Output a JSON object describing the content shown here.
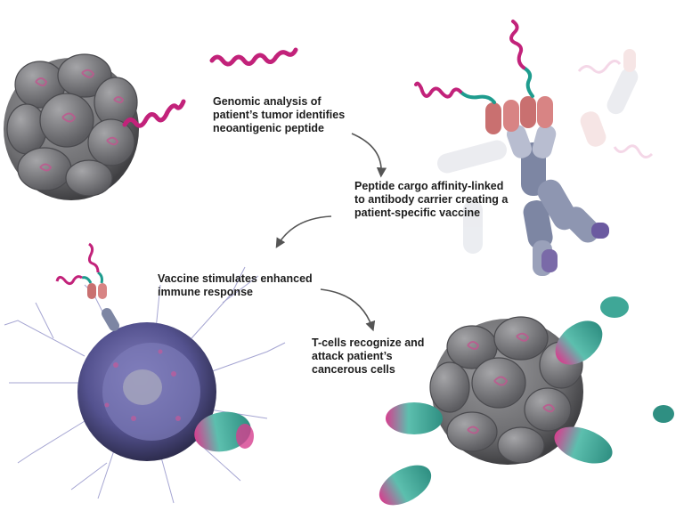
{
  "steps": [
    {
      "lines": [
        "Genomic analysis of",
        "patient’s tumor identifies",
        "neoantigenic peptide"
      ]
    },
    {
      "lines": [
        "Peptide cargo affinity-linked",
        "to antibody carrier creating a",
        "patient-specific vaccine"
      ]
    },
    {
      "lines": [
        "Vaccine stimulates enhanced",
        "immune response"
      ]
    },
    {
      "lines": [
        "T-cells recognize and",
        "attack patient’s",
        "cancerous cells"
      ]
    }
  ],
  "colors": {
    "tumor": "#6d6d70",
    "tumor_dark": "#3f3f42",
    "peptide": "#c2227a",
    "linker": "#1e9c8e",
    "antibody": "#7d86a3",
    "antibody_light": "#c7cad6",
    "cargo_red": "#c97070",
    "dendritic": "#6b6aa6",
    "dendrite_line": "#8f8fc7",
    "tcell": "#4bb3a3",
    "tcell_pink": "#d63f8f",
    "arrow": "#555555"
  },
  "icons": {
    "tumor": "tumor-cell-cluster-icon",
    "peptide": "neoantigen-peptide-icon",
    "antibody": "antibody-carrier-icon",
    "dendritic": "dendritic-cell-icon",
    "tcell": "t-cell-icon",
    "arrow": "curved-arrow-icon"
  }
}
